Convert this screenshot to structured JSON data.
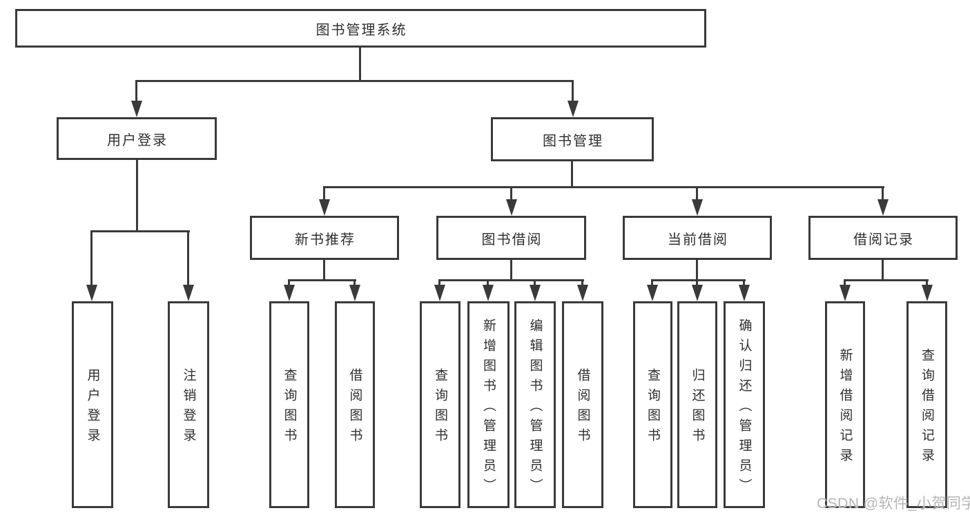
{
  "diagram": {
    "title": "图书管理系统",
    "branches": [
      {
        "label": "用户登录",
        "children": [
          {
            "label": "用户登录"
          },
          {
            "label": "注销登录"
          }
        ]
      },
      {
        "label": "图书管理",
        "children": [
          {
            "label": "新书推荐",
            "children": [
              {
                "label": "查询图书"
              },
              {
                "label": "借阅图书"
              }
            ]
          },
          {
            "label": "图书借阅",
            "children": [
              {
                "label": "查询图书"
              },
              {
                "label": "新增图书（管理员）"
              },
              {
                "label": "编辑图书（管理员）"
              },
              {
                "label": "借阅图书"
              }
            ]
          },
          {
            "label": "当前借阅",
            "children": [
              {
                "label": "查询图书"
              },
              {
                "label": "归还图书"
              },
              {
                "label": "确认归还（管理员）"
              }
            ]
          },
          {
            "label": "借阅记录",
            "children": [
              {
                "label": "新增借阅记录"
              },
              {
                "label": "查询借阅记录"
              }
            ]
          }
        ]
      }
    ]
  },
  "watermark": {
    "text": "CSDN @软件_小贺同学"
  },
  "colors": {
    "line": "#3a3a3a",
    "text": "#2f2f2f",
    "watermark": "#b5b5b5",
    "background": "#ffffff"
  }
}
